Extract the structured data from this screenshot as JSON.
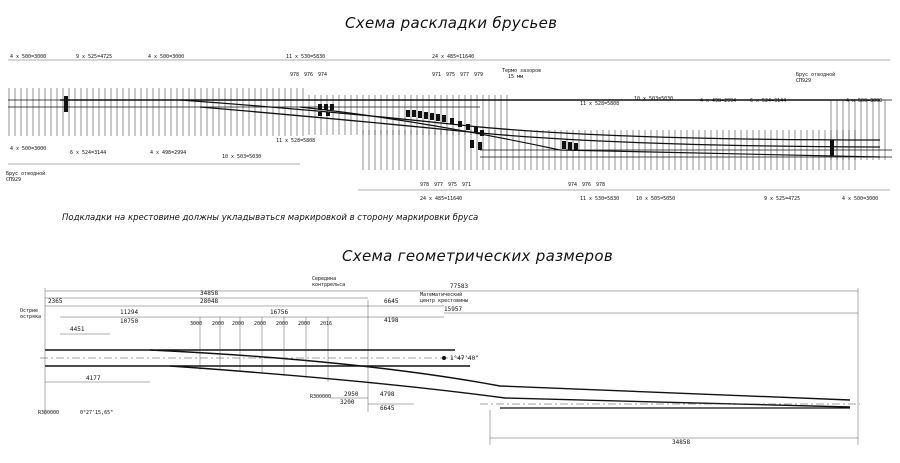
{
  "titles": {
    "layout": "Схема раскладки брусьев",
    "geometry": "Схема геометрических размеров"
  },
  "note": "Подкладки на крестовине должны укладываться маркировкой в сторону маркировки бруса",
  "layout_scheme": {
    "top_groups": [
      "4 x 500=3000",
      "9 x 525=4725",
      "4 x 500=3000",
      "11 x 530=5830",
      "24 x 485=11640",
      "11 x 528=5808",
      "10 x 503=5030",
      "4 x 498=2994",
      "6 x 524=3144",
      "4 x 500=3000"
    ],
    "bottom_groups": [
      "4 x 500=3000",
      "6 x 524=3144",
      "4 x 498=2994",
      "10 x 503=5030",
      "11 x 528=5808",
      "24 x 485=11640",
      "11 x 530=5830",
      "10 x 505=5050",
      "9 x 525=4725",
      "4 x 500=3000"
    ],
    "upper_marks": [
      "978",
      "976",
      "974",
      "971",
      "975",
      "977",
      "979"
    ],
    "lower_marks": [
      "978",
      "977",
      "975",
      "971",
      "974",
      "976",
      "978"
    ],
    "left_label": [
      "Брус отводной",
      "СП929"
    ],
    "right_label": [
      "Брус отводной",
      "СП929"
    ],
    "gap_label": [
      "Термо зазоров",
      "15 мм"
    ]
  },
  "geometry_scheme": {
    "dims_top": [
      "77583",
      "34858",
      "28048",
      "16756",
      "2365",
      "11294",
      "10750",
      "4451",
      "6645",
      "4198",
      "15957"
    ],
    "dims_mid": [
      "3000",
      "2000",
      "2000",
      "2000",
      "2000",
      "2000",
      "2016"
    ],
    "dims_low": [
      "4177",
      "2950",
      "3200",
      "4798",
      "6645"
    ],
    "dims_right": [
      "34858"
    ],
    "angle": "1°47'40\"",
    "labels": {
      "tip": [
        "Острие",
        "остряка"
      ],
      "center": [
        "Середина",
        "контррельса"
      ],
      "cross": [
        "Математический",
        "центр крестовины"
      ],
      "radius": "R300000",
      "radius_angle": "0°27'15,65\""
    }
  }
}
